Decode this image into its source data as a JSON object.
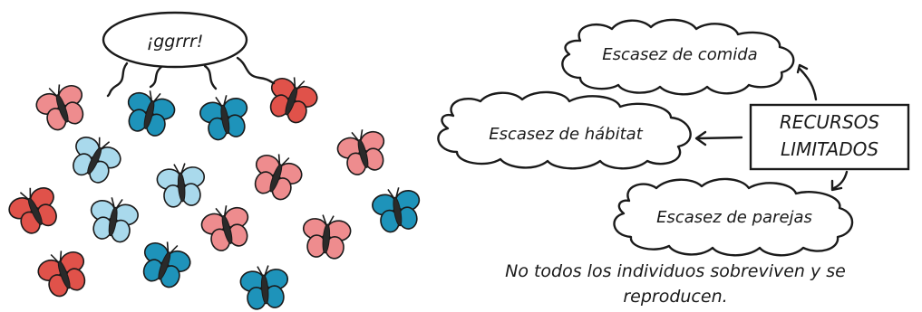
{
  "speech_text": "¡ggrrr!",
  "center_label": [
    "RECURSOS",
    "LIMITADOS"
  ],
  "clouds": {
    "food": "Escasez de comida",
    "habitat": "Escasez de hábitat",
    "mates": "Escasez de parejas"
  },
  "caption": [
    "No todos los individuos sobreviven y se",
    "reproducen."
  ],
  "colors": {
    "dark_red": "#e0524a",
    "pink": "#ee8c8e",
    "teal": "#1e93ba",
    "light_blue": "#a9d9ec",
    "ink": "#1a1a1a"
  },
  "butterflies": [
    {
      "color": "pink"
    },
    {
      "color": "teal"
    },
    {
      "color": "teal"
    },
    {
      "color": "dark_red"
    },
    {
      "color": "light_blue"
    },
    {
      "color": "pink"
    },
    {
      "color": "light_blue"
    },
    {
      "color": "pink"
    },
    {
      "color": "dark_red"
    },
    {
      "color": "light_blue"
    },
    {
      "color": "pink"
    },
    {
      "color": "pink"
    },
    {
      "color": "teal"
    },
    {
      "color": "dark_red"
    },
    {
      "color": "teal"
    },
    {
      "color": "teal"
    },
    {
      "color": "pink"
    }
  ]
}
